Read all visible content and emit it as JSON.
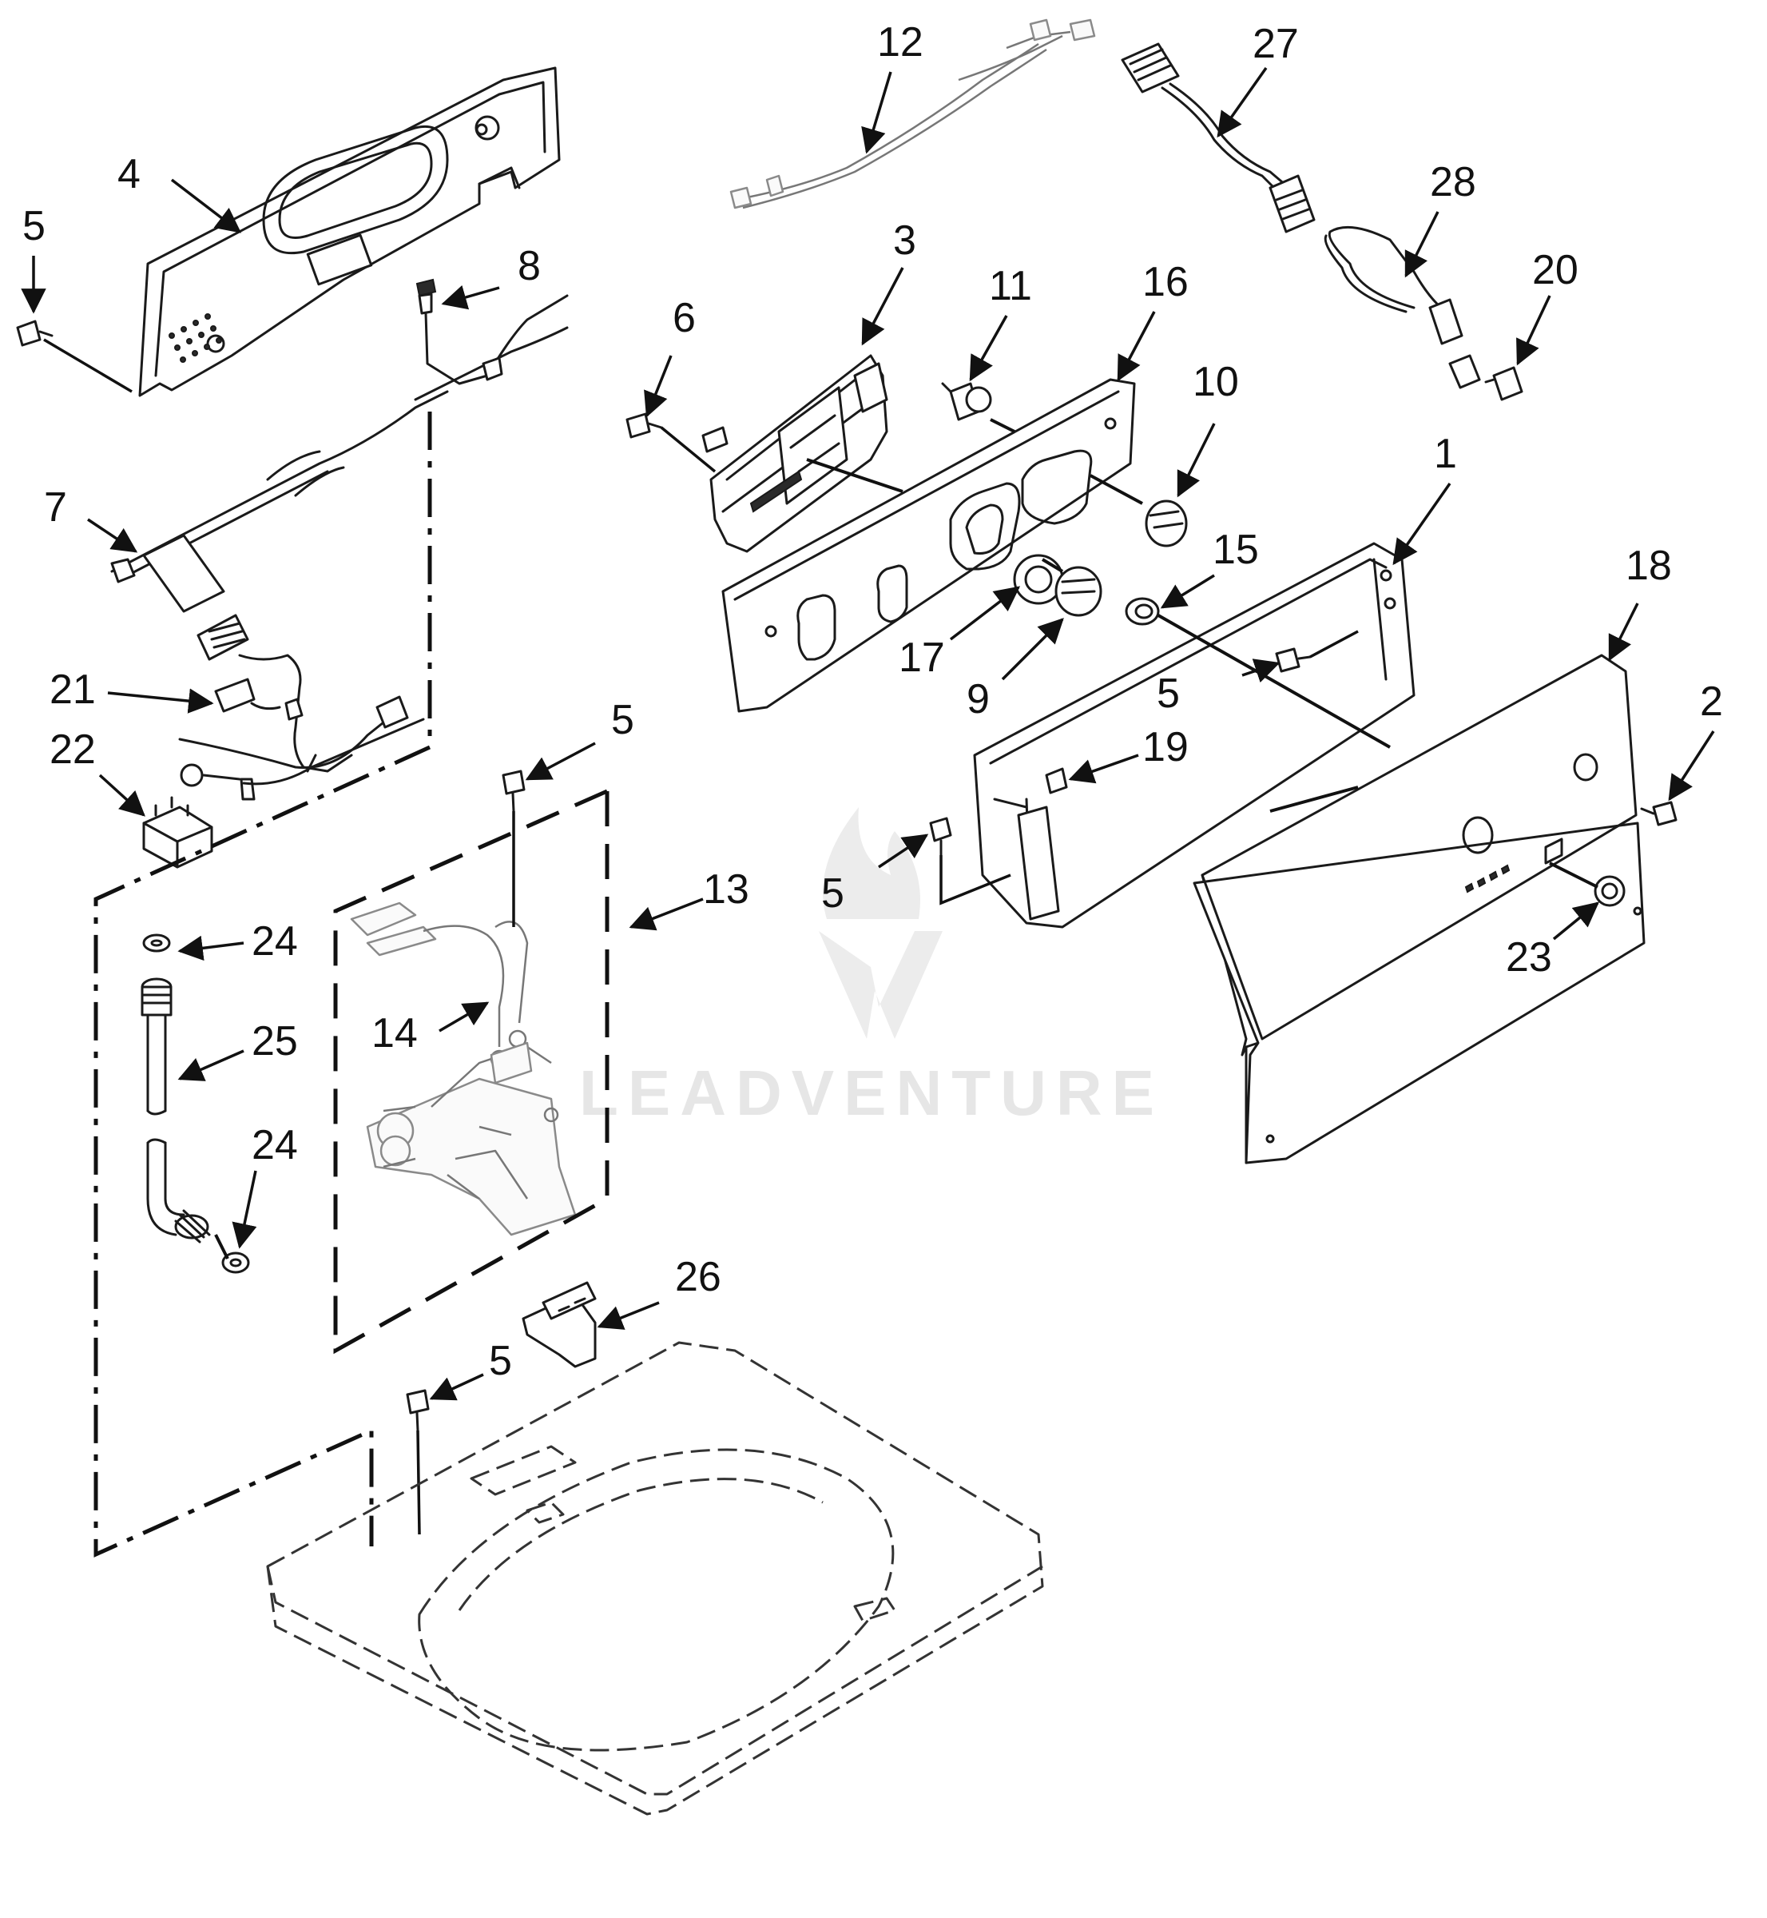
{
  "diagram": {
    "callouts": {
      "c1": "1",
      "c2": "2",
      "c3": "3",
      "c4": "4",
      "c5a": "5",
      "c5b": "5",
      "c5c": "5",
      "c5d": "5",
      "c5e": "5",
      "c6": "6",
      "c7": "7",
      "c8": "8",
      "c9": "9",
      "c10": "10",
      "c11": "11",
      "c12": "12",
      "c13": "13",
      "c14": "14",
      "c15": "15",
      "c16": "16",
      "c17": "17",
      "c18": "18",
      "c19": "19",
      "c20": "20",
      "c21": "21",
      "c22": "22",
      "c23": "23",
      "c24a": "24",
      "c24b": "24",
      "c25": "25",
      "c26": "26",
      "c27": "27",
      "c28": "28"
    },
    "watermark": "LEADVENTURE",
    "colors": {
      "line": "#1a1a1a",
      "watermark": "#e6e6e6",
      "background": "#ffffff"
    }
  }
}
